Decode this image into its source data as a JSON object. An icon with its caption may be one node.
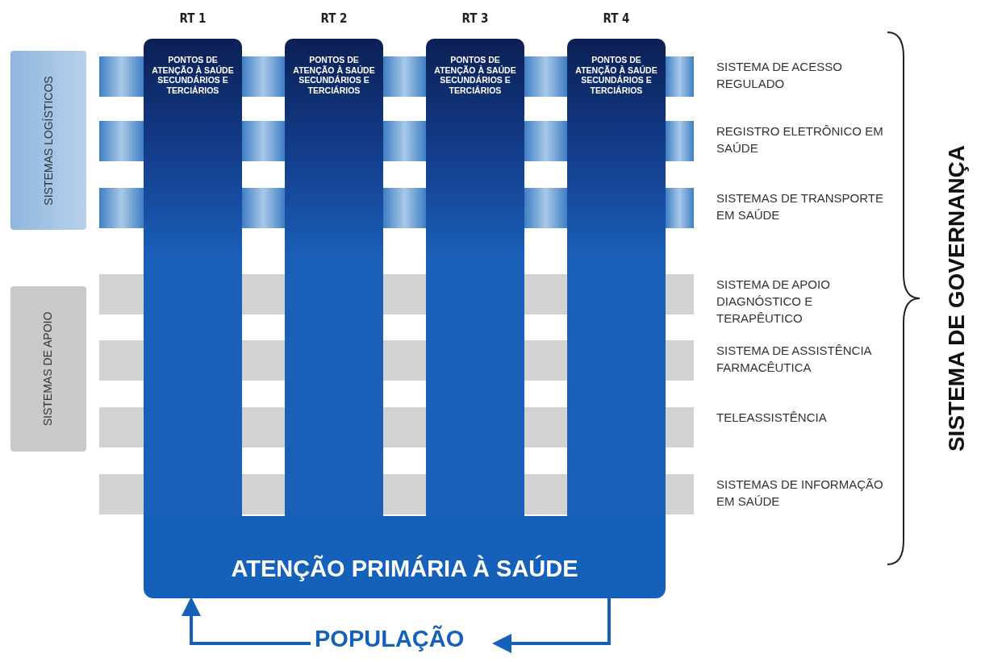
{
  "diagram": {
    "nodes": [
      {
        "text": [
          "RT 1",
          "PONTOS DE ATENÇÃO À SAÚDE SECUNDÁRIOS E TERCIÁRIOS"
        ]
      },
      {
        "text": [
          "RT 2",
          "PONTOS DE ATENÇÃO À SAÚDE SECUNDÁRIOS E TERCIÁRIOS"
        ]
      },
      {
        "text": [
          "RT 3",
          "PONTOS DE ATENÇÃO À SAÚDE SECUNDÁRIOS E TERCIÁRIOS"
        ]
      },
      {
        "text": [
          "RT 4",
          "PONTOS DE ATENÇÃO À SAÚDE SECUNDÁRIOS E TERCIÁRIOS"
        ]
      },
      {
        "text": [
          "ATENÇÃO PRIMÁRIA À SAÚDE"
        ]
      },
      {
        "text": [
          "POPULAÇÃO"
        ]
      },
      {
        "text": [
          "SISTEMAS LOGÍSTICOS"
        ]
      },
      {
        "text": [
          "SISTEMAS DE APOIO"
        ]
      },
      {
        "text": [],
        "shape": "bar",
        "beside": [
          "SISTEMA DE ACESSO REGULADO"
        ]
      },
      {
        "text": [],
        "shape": "bar",
        "beside": [
          "REGISTRO ELETRÔNICO EM SAÚDE"
        ]
      },
      {
        "text": [],
        "shape": "bar",
        "beside": [
          "SISTEMAS DE TRANSPORTE EM SAÚDE"
        ]
      },
      {
        "text": [],
        "shape": "bar",
        "beside": [
          "SISTEMA DE APOIO DIAGNÓSTICO E TERAPÊUTICO"
        ]
      },
      {
        "text": [],
        "shape": "bar",
        "beside": [
          "SISTEMA DE ASSISTÊNCIA FARMACÊUTICA"
        ]
      },
      {
        "text": [],
        "shape": "bar",
        "beside": [
          "TELEASSISTÊNCIA"
        ]
      },
      {
        "text": [],
        "shape": "bar",
        "beside": [
          "SISTEMAS DE INFORMAÇÃO EM SAÚDE"
        ]
      }
    ],
    "edges": [
      {
        "from": 5,
        "to": 4,
        "arrow": "to"
      },
      {
        "from": 4,
        "to": 5,
        "arrow": "to"
      }
    ],
    "labels": [
      "SISTEMA DE GOVERNANÇA"
    ]
  }
}
